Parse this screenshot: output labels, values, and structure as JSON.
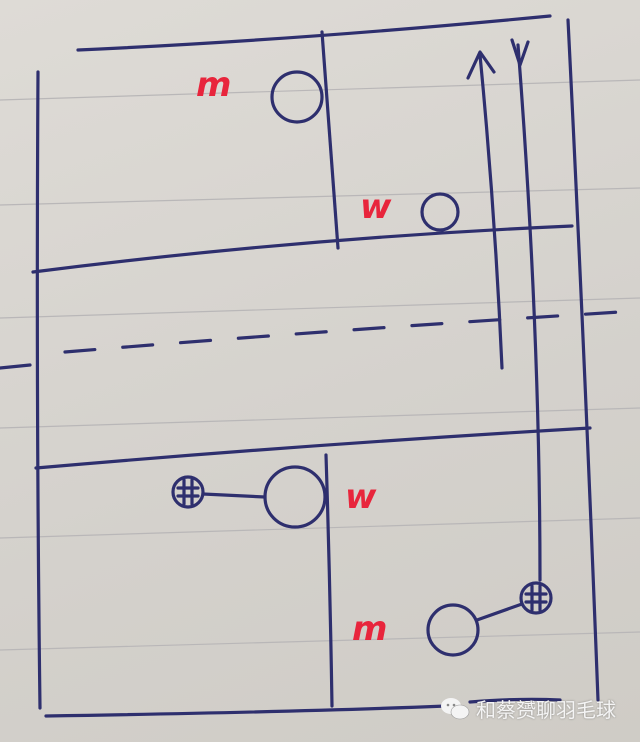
{
  "labels": {
    "top_man": "m",
    "top_woman": "w",
    "bottom_woman": "w",
    "bottom_man": "m"
  },
  "watermark": {
    "icon": "wechat-icon",
    "text": "和蔡赟聊羽毛球"
  },
  "colors": {
    "ink": "#2e2f6e",
    "label": "#e8253c",
    "paper": "#dcd9d4"
  }
}
